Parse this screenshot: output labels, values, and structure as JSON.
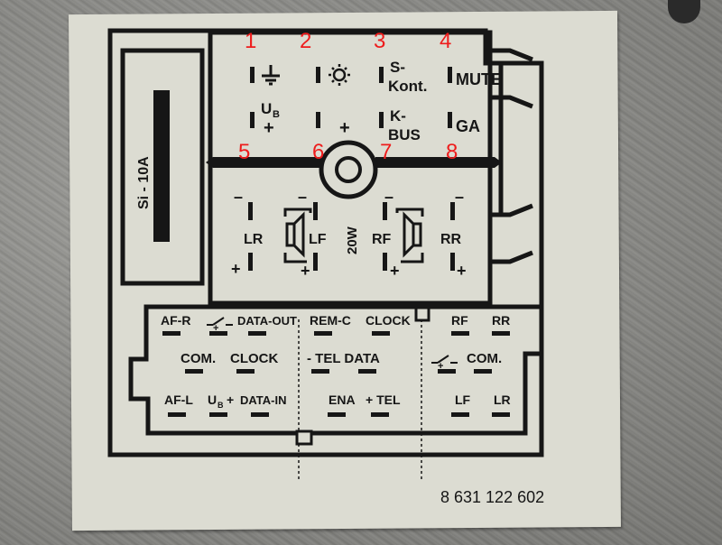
{
  "pin_numbers": [
    "1",
    "2",
    "3",
    "4",
    "5",
    "6",
    "7",
    "8"
  ],
  "fuse": "Si - 10A",
  "top_block": {
    "s_kont_1": "S-",
    "s_kont_2": "Kont.",
    "mute": "MUTE",
    "ub": "U",
    "ub_sub": "B",
    "plus": "+",
    "plus2": "+",
    "kbus_1": "K-",
    "kbus_2": "BUS",
    "ga": "GA"
  },
  "speaker_block": {
    "lr": "LR",
    "lf": "LF",
    "rf": "RF",
    "rr": "RR",
    "watt": "20W",
    "minus": "–",
    "plus": "+"
  },
  "bottom_connector": {
    "af_r": "AF-R",
    "data_out": "DATA-OUT",
    "com_left": "COM.",
    "clock_left": "CLOCK",
    "af_l": "AF-L",
    "ub": "U",
    "ub_sub": "B",
    "ub_plus": "+",
    "data_in": "DATA-IN",
    "rem_c": "REM-C",
    "clock_mid": "CLOCK",
    "tel_data": "- TEL DATA",
    "ena": "ENA",
    "tel": "+ TEL",
    "rf": "RF",
    "rr": "RR",
    "com_right": "COM.",
    "lf": "LF",
    "lr": "LR",
    "switch_plus": "+"
  },
  "part_number": "8 631 122 602",
  "colors": {
    "label_bg": "#dcdcd2",
    "ink": "#161616",
    "pin_number": "#ee1c1c"
  }
}
